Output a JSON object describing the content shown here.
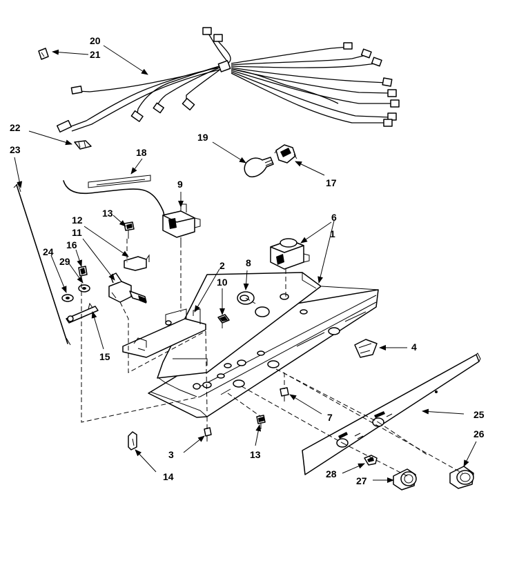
{
  "callouts": [
    {
      "id": "c1",
      "label": "1"
    },
    {
      "id": "c2",
      "label": "2"
    },
    {
      "id": "c3",
      "label": "3"
    },
    {
      "id": "c4",
      "label": "4"
    },
    {
      "id": "c6",
      "label": "6"
    },
    {
      "id": "c7",
      "label": "7"
    },
    {
      "id": "c8",
      "label": "8"
    },
    {
      "id": "c9",
      "label": "9"
    },
    {
      "id": "c10",
      "label": "10"
    },
    {
      "id": "c11",
      "label": "11"
    },
    {
      "id": "c12",
      "label": "12"
    },
    {
      "id": "c13a",
      "label": "13"
    },
    {
      "id": "c13b",
      "label": "13"
    },
    {
      "id": "c14",
      "label": "14"
    },
    {
      "id": "c15",
      "label": "15"
    },
    {
      "id": "c16",
      "label": "16"
    },
    {
      "id": "c17",
      "label": "17"
    },
    {
      "id": "c18",
      "label": "18"
    },
    {
      "id": "c19",
      "label": "19"
    },
    {
      "id": "c20",
      "label": "20"
    },
    {
      "id": "c21",
      "label": "21"
    },
    {
      "id": "c22",
      "label": "22"
    },
    {
      "id": "c23",
      "label": "23"
    },
    {
      "id": "c24",
      "label": "24"
    },
    {
      "id": "c25",
      "label": "25"
    },
    {
      "id": "c26",
      "label": "26"
    },
    {
      "id": "c27",
      "label": "27"
    },
    {
      "id": "c28",
      "label": "28"
    },
    {
      "id": "c29",
      "label": "29"
    }
  ]
}
